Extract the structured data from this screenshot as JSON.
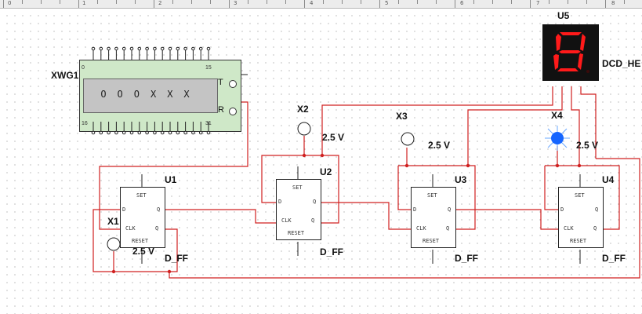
{
  "ruler": {
    "numbers": [
      "0",
      "1",
      "2",
      "3",
      "4",
      "5",
      "6",
      "7",
      "8"
    ]
  },
  "colors": {
    "wire": "#d02020",
    "frame": "#222222",
    "segment_on": "#ff1a1a",
    "segment_off": "#3a0a0a",
    "probe_lit": "#1565ff",
    "grid_dot": "#9a9a9a"
  },
  "word_generator": {
    "name": "XWG1",
    "display": "OOOXXX",
    "pin_first_top": "0",
    "pin_last_top": "15",
    "pin_first_bottom": "16",
    "pin_last_bottom": "31",
    "t_label": "T",
    "r_label": "R"
  },
  "hex_display": {
    "name": "U5",
    "type_label": "DCD_HE",
    "shown_digit": "8"
  },
  "flip_flops": [
    {
      "name": "U1",
      "type": "D_FF",
      "set": "SET",
      "reset": "RESET",
      "d": "D",
      "q": "Q",
      "clk": "CLK",
      "qbar": "Q"
    },
    {
      "name": "U2",
      "type": "D_FF",
      "set": "SET",
      "reset": "RESET",
      "d": "D",
      "q": "Q",
      "clk": "CLK",
      "qbar": "Q"
    },
    {
      "name": "U3",
      "type": "D_FF",
      "set": "SET",
      "reset": "RESET",
      "d": "D",
      "q": "Q",
      "clk": "CLK",
      "qbar": "Q"
    },
    {
      "name": "U4",
      "type": "D_FF",
      "set": "SET",
      "reset": "RESET",
      "d": "D",
      "q": "Q",
      "clk": "CLK",
      "qbar": "Q"
    }
  ],
  "probes": [
    {
      "name": "X1",
      "voltage": "2.5 V",
      "lit": false
    },
    {
      "name": "X2",
      "voltage": "2.5 V",
      "lit": false
    },
    {
      "name": "X3",
      "voltage": "2.5 V",
      "lit": false
    },
    {
      "name": "X4",
      "voltage": "2.5 V",
      "lit": true
    }
  ]
}
